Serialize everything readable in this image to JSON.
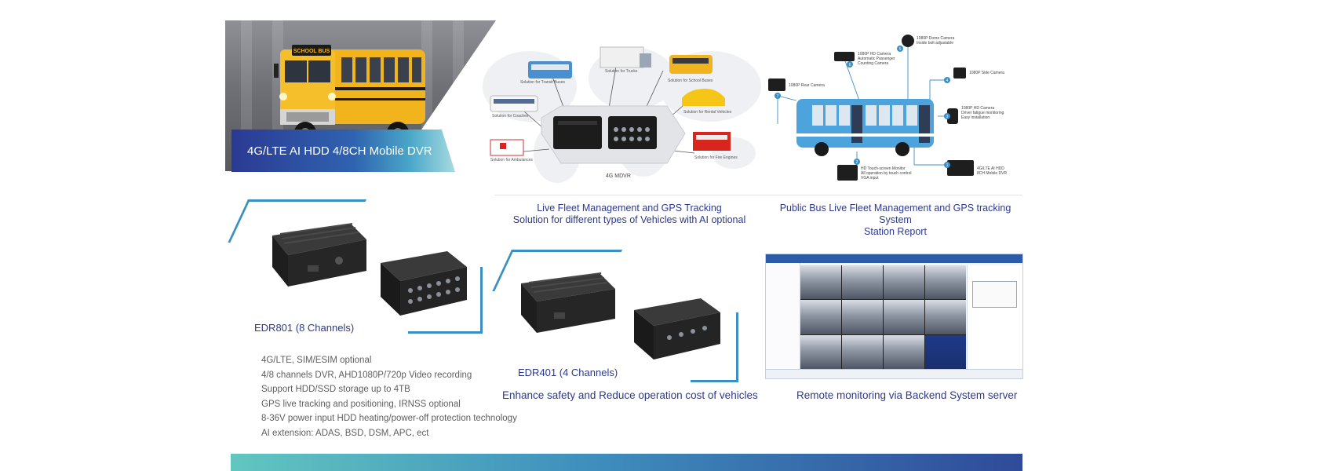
{
  "hero": {
    "banner_text": "4G/LTE AI HDD 4/8CH Mobile DVR",
    "bus_sign": "SCHOOL BUS"
  },
  "map_diagram": {
    "center_label": "4G MDVR",
    "solutions": {
      "transit_buses": "Solution for Transit Buses",
      "trucks": "Solution for Trucks",
      "school_buses": "Solution for School Buses",
      "coaches": "Solution for Coaches",
      "rental_vehicles": "Solution for Rental Vehicles",
      "ambulances": "Solution for Ambulances",
      "fire_engines": "Solution for Fire Engines"
    },
    "caption_line1": "Live Fleet Management and GPS Tracking",
    "caption_line2": "Solution for different types of Vehicles with AI optional"
  },
  "bus_diagram": {
    "cameras": {
      "dome": "1080P Dome Camera",
      "dome_sub": "Inside bolt adjustable",
      "hd_front": "1080P HD Camera",
      "hd_front_sub1": "Automatic Passenger",
      "hd_front_sub2": "Counting Camera",
      "rear": "1080P Rear Camera",
      "side": "1080P Side Camera",
      "hd_driver": "1080P HD Camera",
      "hd_driver_sub1": "Driver fatigue monitoring",
      "hd_driver_sub2": "Easy installation",
      "monitor": "HD Touch-screen Monitor",
      "monitor_sub1": "All operation by touch control",
      "monitor_sub2": "VGA input",
      "dvr": "4G/LTE AI HDD",
      "dvr_sub": "8CH Mobile DVR"
    },
    "badges": [
      "1",
      "2",
      "3",
      "4",
      "5",
      "6",
      "7"
    ],
    "caption_line1": "Public Bus Live Fleet Management and GPS tracking System",
    "caption_line2": "Station Report"
  },
  "products": {
    "edr801_label": "EDR801  (8 Channels)",
    "edr401_label": "EDR401  (4 Channels)",
    "middle_caption": "Enhance safety and Reduce operation cost of vehicles",
    "right_caption": "Remote monitoring via Backend System server"
  },
  "specs": [
    "4G/LTE, SIM/ESIM optional",
    "4/8 channels DVR, AHD1080P/720p Video recording",
    "Support HDD/SSD storage up to 4TB",
    "GPS live tracking and positioning, IRNSS optional",
    "8-36V power input HDD heating/power-off protection technology",
    "AI extension: ADAS, BSD, DSM, APC, ect"
  ],
  "colors": {
    "accent_blue": "#3c8fc4",
    "text_navy": "#2d3a8c",
    "bus_yellow": "#f2b41c",
    "city_bus_blue": "#4da3dc"
  }
}
